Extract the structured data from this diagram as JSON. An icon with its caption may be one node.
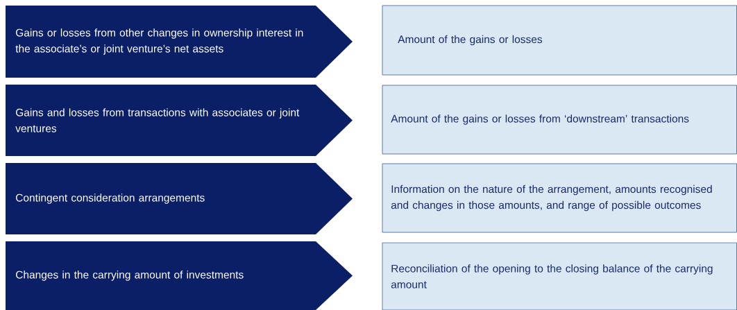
{
  "diagram": {
    "nodes": [
      {
        "text": [
          "Gains or losses from other changes in ownership interest in the associate’s or joint venture’s net assets"
        ]
      },
      {
        "text": [
          "Amount of the gains or losses"
        ]
      },
      {
        "text": [
          "Gains and losses from transactions with associates or joint ventures"
        ]
      },
      {
        "text": [
          "Amount of the gains or losses from ‘downstream’ transactions"
        ]
      },
      {
        "text": [
          "Contingent consideration arrangements"
        ]
      },
      {
        "text": [
          "Information on the nature of the arrangement, amounts recognised and changes in those amounts, and range of possible outcomes"
        ]
      },
      {
        "text": [
          "Changes in the carrying amount of investments"
        ]
      },
      {
        "text": [
          "Reconciliation of the opening to the closing balance of the carrying amount"
        ]
      }
    ]
  }
}
